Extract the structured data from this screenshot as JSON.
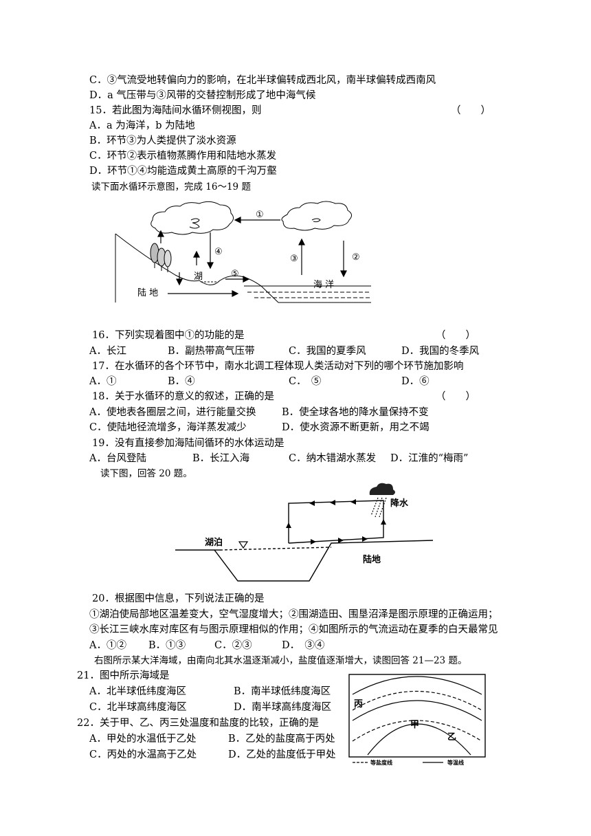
{
  "lines": [
    "C．③气流受地转偏向力的影响，在北半球偏转成西北风，南半球偏转成西南风",
    "D．a 气压带与③风带的交替控制形成了地中海气候",
    "15．若此图为海陆间水循环侧视图，则",
    "A．a 为海洋，b 为陆地",
    "B．环节③为人类提供了淡水资源",
    "C．环节②表示植物蒸腾作用和陆地水蒸发",
    "D．环节①④均能造成黄土高原的千沟万壑",
    "读下面水循环示意图，完成 16～19 题",
    "16．下列实现着图中①的功能的是",
    "17．在水循环的各个环节中，南水北调工程体现人类活动对下列的哪个环节施加影响",
    "18．关于水循环的意义的叙述，正确的是",
    "19．没有直接参加海陆间循环的水体运动是",
    "读下图，回答 20 题。",
    "20．根据图中信息，下列说法正确的是",
    "①湖泊使局部地区温差变大，空气湿度增大；②围湖造田、围垦沼泽是图示原理的正确运用；",
    "③长江三峡水库对库区有与图示原理相似的作用；④如图所示的气流运动在夏季的白天最常见",
    "右图所示某大洋海域，由南向北其水温逐渐减小，盐度值逐渐增大，读图回答 21—23 题。",
    "21．图中所示海域是",
    "22．关于甲、乙、丙三处温度和盐度的比较，正确的是"
  ],
  "paren": "（　　）",
  "q16": [
    "A．长江",
    "B．副热带高气压带",
    "C．我国的夏季风",
    "D．我国的冬季风"
  ],
  "q17": [
    "A．①",
    "B．④",
    "C．　⑤",
    "D．⑥"
  ],
  "q18": [
    "A．使地表各圈层之间，进行能量交换",
    "B．使全球各地的降水量保持不变",
    "C．使陆地径流增多，海洋蒸发减少",
    "D．使水资源不断更新，用之不竭"
  ],
  "q19": [
    "A．台风登陆",
    "B．长江入海",
    "C．纳木错湖水蒸发",
    "D．江淮的“梅雨”"
  ],
  "q20": [
    "A．①②",
    "B．①③",
    "C．②③",
    "D．　③④"
  ],
  "q21": [
    "A．北半球低纬度海区",
    "B．南半球低纬度海区",
    "C．北半球高纬度海区",
    "D．南半球高纬度海区"
  ],
  "q22": [
    "A．甲处的水温低于乙处",
    "B．乙处的盐度高于丙处",
    "C．丙处的水温高于乙处",
    "D．乙处的盐度低于甲处"
  ],
  "fig1": {
    "n1": "①",
    "n2": "②",
    "n3": "③",
    "n4": "④",
    "n5": "⑤",
    "lake": "湖",
    "land": "陆 地",
    "ocean": "海 洋"
  },
  "fig2": {
    "rain": "降水",
    "lake": "湖泊",
    "land": "陆地"
  },
  "fig3": {
    "bing": "丙",
    "jia": "甲",
    "yi": "乙",
    "legend_salinity": "等盐度线",
    "legend_temp": "等温线"
  }
}
